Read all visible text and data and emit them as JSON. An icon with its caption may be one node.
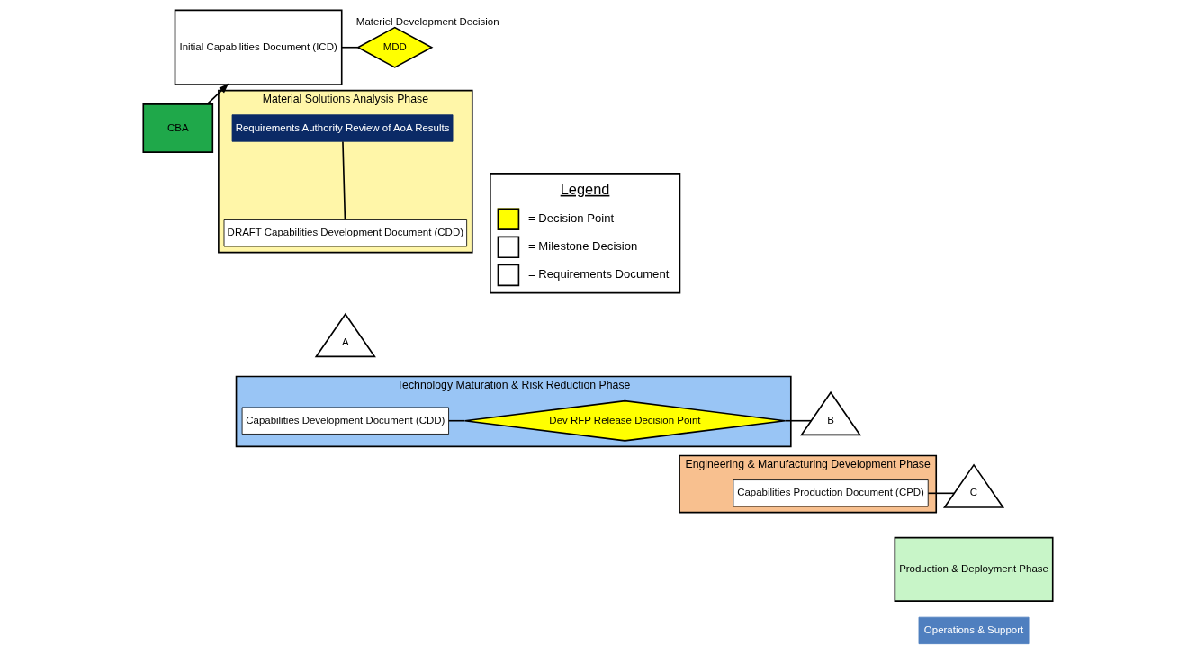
{
  "diagram": {
    "nodes": [
      {
        "text": [
          "Initial Capabilities Document (ICD)"
        ]
      },
      {
        "text": [
          "CBA"
        ]
      },
      {
        "text": [
          "MDD"
        ],
        "beside": [
          "Materiel Development Decision"
        ]
      },
      {
        "text": [
          "Material Solutions Analysis Phase"
        ]
      },
      {
        "text": [
          "Requirements Authority Review of AoA Results"
        ],
        "in": 3
      },
      {
        "text": [
          "DRAFT Capabilities Development Document (CDD)"
        ],
        "in": 3
      },
      {
        "text": [
          "A"
        ]
      },
      {
        "text": [
          "Technology Maturation & Risk Reduction Phase"
        ]
      },
      {
        "text": [
          "Capabilities Development Document (CDD)"
        ],
        "in": 7
      },
      {
        "text": [
          "Dev RFP Release Decision Point"
        ],
        "in": 7
      },
      {
        "text": [
          "B"
        ]
      },
      {
        "text": [
          "Engineering & Manufacturing Development Phase"
        ]
      },
      {
        "text": [
          "Capabilities Production Document (CPD)"
        ],
        "in": 11
      },
      {
        "text": [
          "C"
        ]
      },
      {
        "text": [
          "Production & Deployment Phase"
        ]
      },
      {
        "text": [
          "Operations & Support"
        ]
      }
    ],
    "edges": [
      {
        "from": 1,
        "to": 0,
        "arrow": "to"
      },
      {
        "from": 0,
        "to": 2,
        "arrow": "none"
      },
      {
        "from": 4,
        "to": 5,
        "arrow": "none"
      },
      {
        "from": 8,
        "to": 9,
        "arrow": "none"
      },
      {
        "from": 9,
        "to": 10,
        "arrow": "none"
      },
      {
        "from": 12,
        "to": 13,
        "arrow": "none"
      }
    ],
    "labels": [
      "Legend"
    ],
    "legend": [
      {
        "text": "= Decision Point"
      },
      {
        "text": "= Milestone Decision"
      },
      {
        "text": "= Requirements Document"
      }
    ]
  }
}
